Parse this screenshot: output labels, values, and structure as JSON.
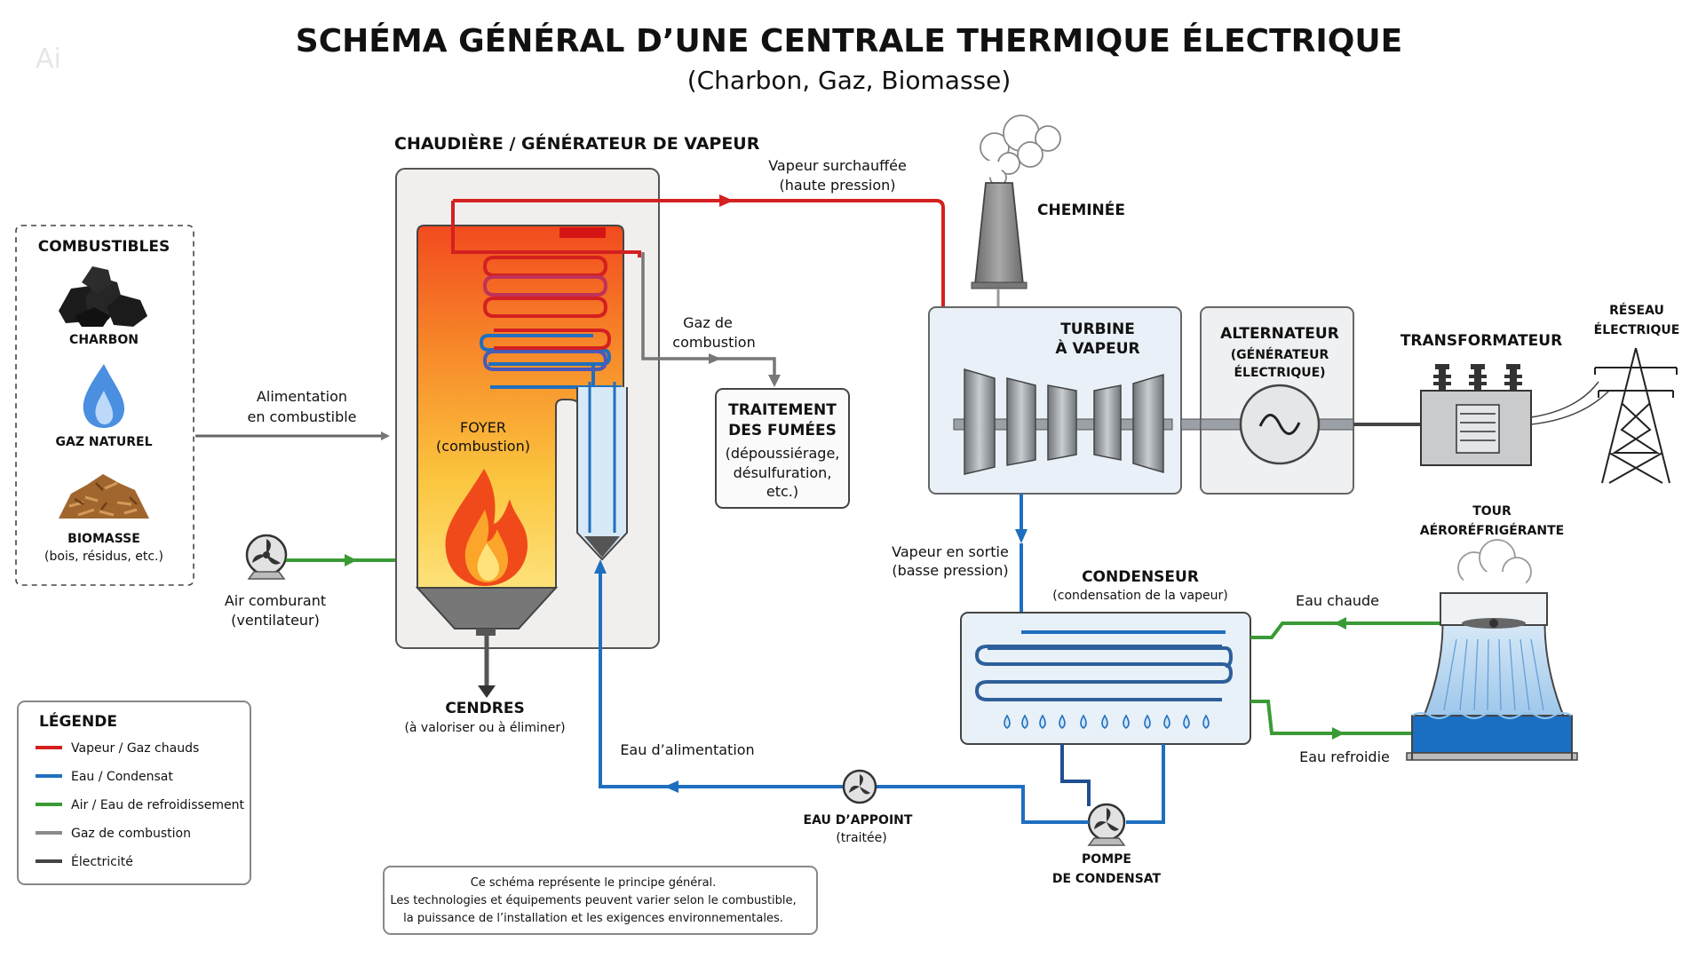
{
  "title": "SCHÉMA GÉNÉRAL D’UNE CENTRALE THERMIQUE ÉLECTRIQUE",
  "subtitle": "(Charbon, Gaz, Biomasse)",
  "watermark": "Ai",
  "boiler": {
    "title": "CHAUDIÈRE / GÉNÉRATEUR DE VAPEUR",
    "foyer": [
      "FOYER",
      "(combustion)"
    ]
  },
  "fuels": {
    "title": "COMBUSTIBLES",
    "coal": "CHARBON",
    "gas": "GAZ NATUREL",
    "biomass": "BIOMASSE",
    "biomass_detail": "(bois, résidus, etc.)"
  },
  "labels": {
    "fuel_feed": [
      "Alimentation",
      "en combustible"
    ],
    "air": [
      "Air comburant",
      "(ventilateur)"
    ],
    "ashes": [
      "CENDRES",
      "(à valoriser ou à éliminer)"
    ],
    "superheated": [
      "Vapeur surchauffée",
      "(haute pression)"
    ],
    "flue_gas": [
      "Gaz de",
      "combustion"
    ],
    "chimney": "CHEMINÉE",
    "flue_treatment": [
      "TRAITEMENT",
      "DES FUMÉES",
      "(dépoussiérage,",
      "désulfuration,",
      "etc.)"
    ],
    "turbine": [
      "TURBINE",
      "À VAPEUR"
    ],
    "alternator": [
      "ALTERNATEUR",
      "(GÉNÉRATEUR",
      "ÉLECTRIQUE)"
    ],
    "transformer": "TRANSFORMATEUR",
    "grid": [
      "RÉSEAU",
      "ÉLECTRIQUE"
    ],
    "exhaust_steam": [
      "Vapeur en sortie",
      "(basse pression)"
    ],
    "condenser": [
      "CONDENSEUR",
      "(condensation de la vapeur)"
    ],
    "cooling_tower": [
      "TOUR",
      "AÉRORÉFRIGÉRANTE"
    ],
    "hot_water": "Eau chaude",
    "cold_water": "Eau refroidie",
    "feed_water": "Eau d’alimentation",
    "makeup_water": [
      "EAU D’APPOINT",
      "(traitée)"
    ],
    "condensate_pump": [
      "POMPE",
      "DE CONDENSAT"
    ]
  },
  "legend": {
    "title": "LÉGENDE",
    "items": [
      {
        "label": "Vapeur / Gaz chauds",
        "color": "#d42020"
      },
      {
        "label": "Eau / Condensat",
        "color": "#1f6fbf"
      },
      {
        "label": "Air / Eau de refroidissement",
        "color": "#3a9a35"
      },
      {
        "label": "Gaz de combustion",
        "color": "#8a8a8a"
      },
      {
        "label": "Électricité",
        "color": "#444444"
      }
    ]
  },
  "note": [
    "Ce schéma représente le principe général.",
    "Les technologies et équipements peuvent varier selon le combustible,",
    "la puissance de l’installation et les exigences environnementales."
  ],
  "colors": {
    "steam": "#d42020",
    "water": "#1f6fbf",
    "air": "#3a9a35",
    "gas": "#8a8a8a",
    "electric": "#444444"
  }
}
